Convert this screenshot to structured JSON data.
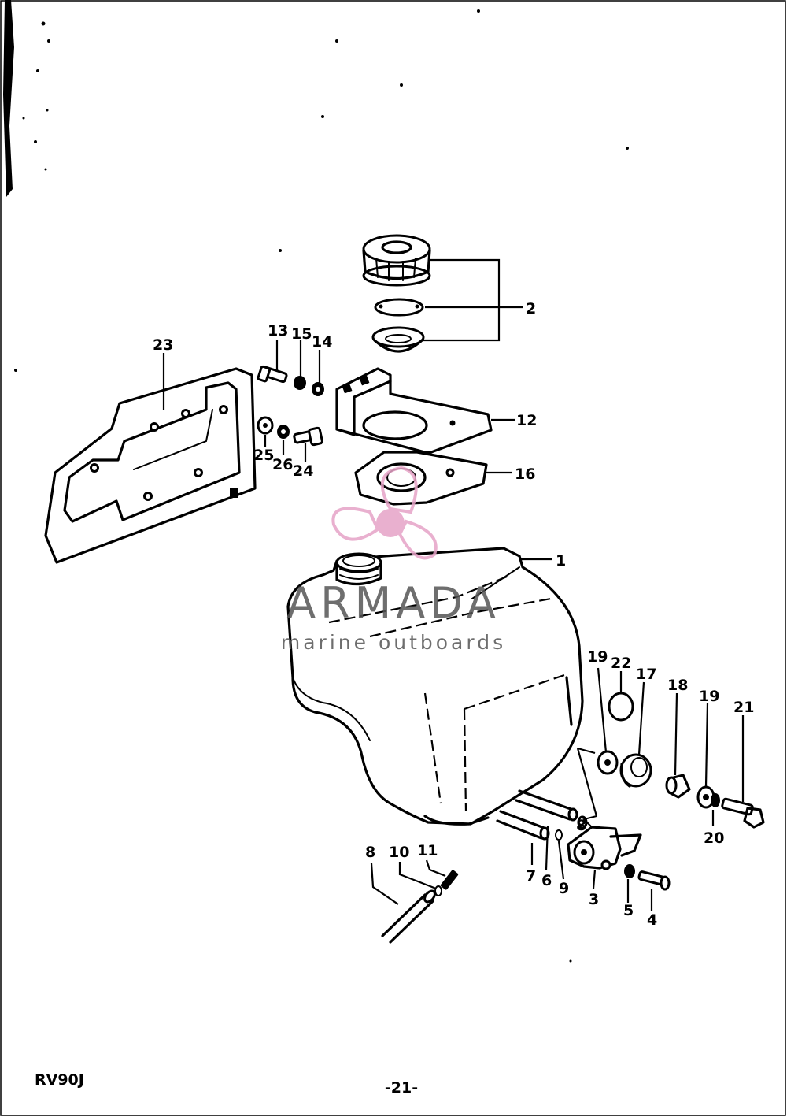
{
  "model_code": "RV90J",
  "page_number": "-21-",
  "watermark": {
    "brand": "ARMADA",
    "tagline": "marine outboards",
    "logo_icon": "propeller-icon",
    "logo_color": "#e6a3c7",
    "text_color": "#555555"
  },
  "callouts": [
    {
      "id": "c1",
      "label": "1"
    },
    {
      "id": "c2",
      "label": "2"
    },
    {
      "id": "c3",
      "label": "3"
    },
    {
      "id": "c4",
      "label": "4"
    },
    {
      "id": "c5",
      "label": "5"
    },
    {
      "id": "c6",
      "label": "6"
    },
    {
      "id": "c7",
      "label": "7"
    },
    {
      "id": "c8a",
      "label": "8"
    },
    {
      "id": "c8b",
      "label": "8"
    },
    {
      "id": "c9",
      "label": "9"
    },
    {
      "id": "c10",
      "label": "10"
    },
    {
      "id": "c11",
      "label": "11"
    },
    {
      "id": "c12",
      "label": "12"
    },
    {
      "id": "c13",
      "label": "13"
    },
    {
      "id": "c14",
      "label": "14"
    },
    {
      "id": "c15",
      "label": "15"
    },
    {
      "id": "c16",
      "label": "16"
    },
    {
      "id": "c17",
      "label": "17"
    },
    {
      "id": "c18",
      "label": "18"
    },
    {
      "id": "c19a",
      "label": "19"
    },
    {
      "id": "c19b",
      "label": "19"
    },
    {
      "id": "c20",
      "label": "20"
    },
    {
      "id": "c21",
      "label": "21"
    },
    {
      "id": "c22",
      "label": "22"
    },
    {
      "id": "c23",
      "label": "23"
    },
    {
      "id": "c24",
      "label": "24"
    },
    {
      "id": "c25",
      "label": "25"
    },
    {
      "id": "c26",
      "label": "26"
    }
  ]
}
